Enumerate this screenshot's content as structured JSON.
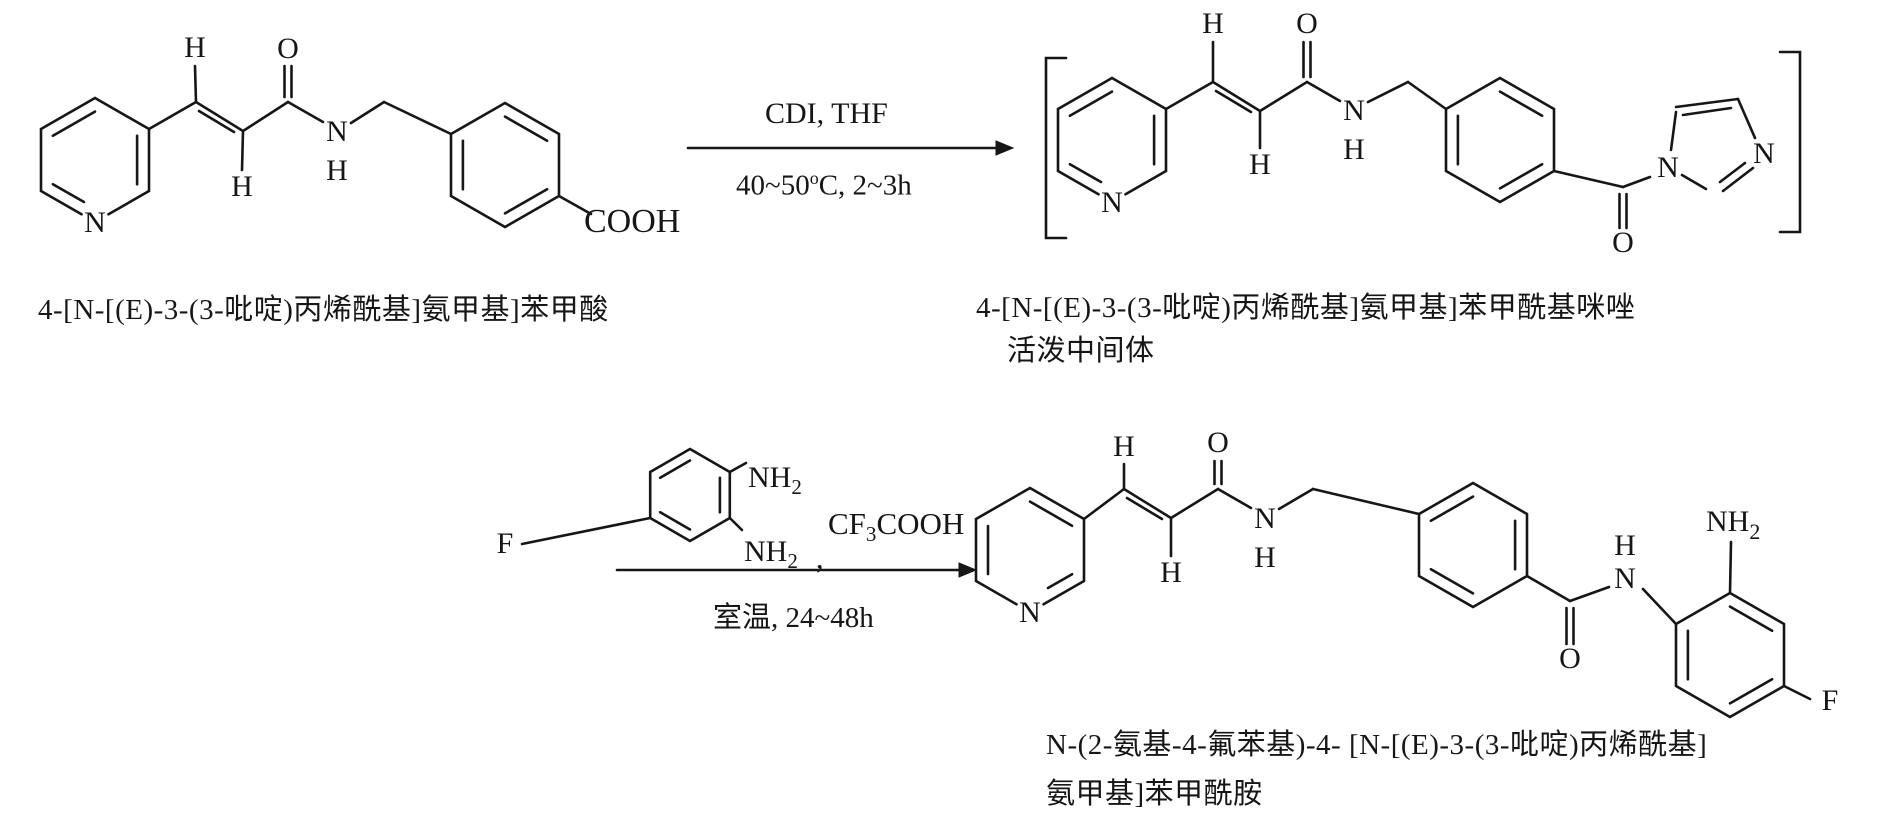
{
  "scheme": {
    "atoms": {
      "H": "H",
      "O": "O",
      "N": "N",
      "F": "F",
      "cooh": "COOH",
      "nh": "NH",
      "sub2": "2",
      "comma": ","
    },
    "step1": {
      "reagents": "CDI, THF",
      "cond_pre": "40~50",
      "cond_sup": "o",
      "cond_post": "C, 2~3h",
      "reactant_caption": "4-[N-[(E)-3-(3-吡啶)丙烯酰基]氨甲基]苯甲酸",
      "intermediate_caption_line1": "4-[N-[(E)-3-(3-吡啶)丙烯酰基]氨甲基]苯甲酰基咪唑",
      "intermediate_caption_line2": "活泼中间体"
    },
    "step2": {
      "formula_pre": "CF",
      "formula_sub": "3",
      "formula_post": "COOH",
      "conditions": "室温, 24~48h",
      "product_caption_line1": "N-(2-氨基-4-氟苯基)-4- [N-[(E)-3-(3-吡啶)丙烯酰基]",
      "product_caption_line2": "氨甲基]苯甲酰胺"
    }
  }
}
